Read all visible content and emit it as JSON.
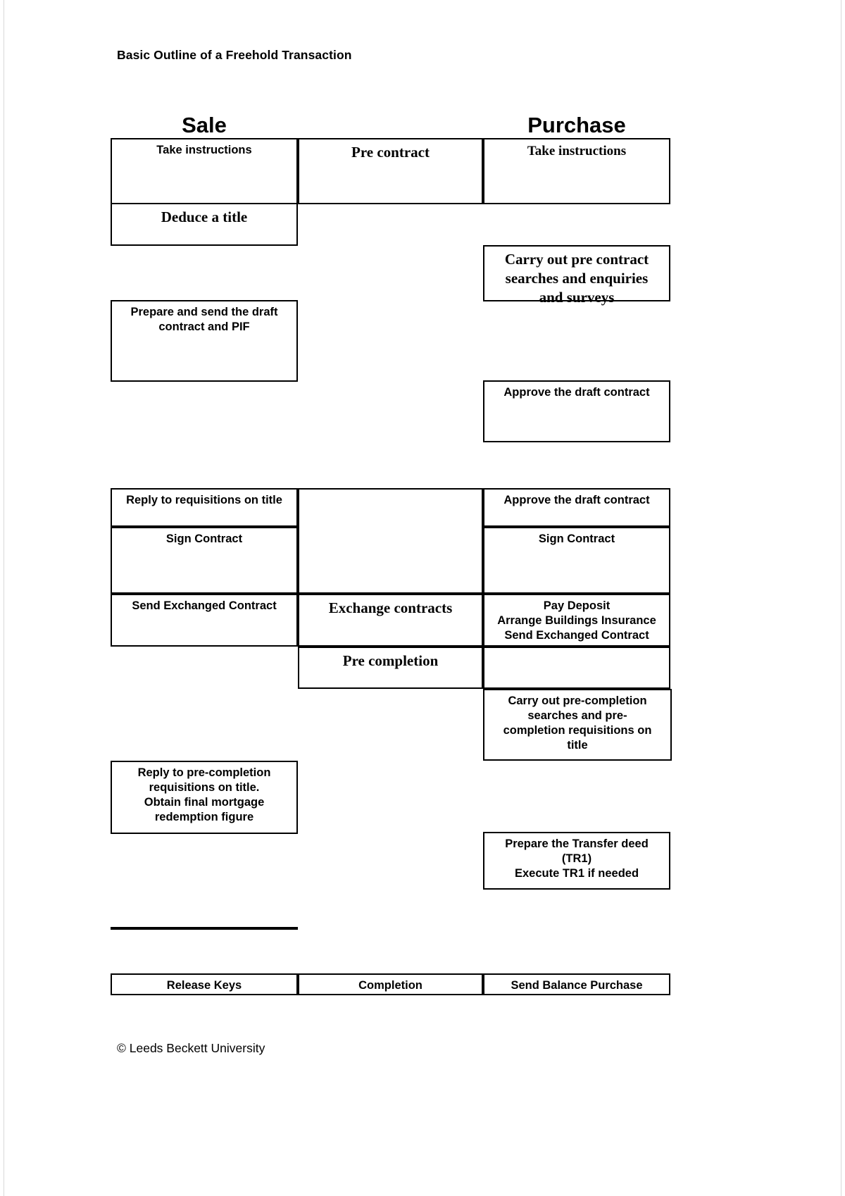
{
  "document": {
    "title": "Basic Outline of a Freehold Transaction",
    "footer": "© Leeds Beckett University"
  },
  "columns": {
    "left_heading": "Sale",
    "right_heading": "Purchase"
  },
  "stages": {
    "pre_contract": "Pre contract",
    "exchange": "Exchange contracts",
    "pre_completion": "Pre completion",
    "completion": "Completion"
  },
  "boxes": {
    "sale_take_instructions": "Take instructions",
    "sale_deduce_title": "Deduce a title",
    "sale_prepare_draft": "Prepare and send the draft\ncontract  and PIF",
    "sale_reply_requisitions": "Reply to requisitions on title",
    "sale_sign_contract": "Sign Contract",
    "sale_send_exchanged": "Send Exchanged Contract",
    "sale_reply_precompletion": "Reply to pre-completion\nrequisitions on title.\nObtain final mortgage\nredemption figure",
    "sale_release_keys": "Release Keys",
    "purchase_take_instructions": "Take instructions",
    "purchase_searches": "Carry out pre contract\nsearches and enquiries\nand surveys",
    "purchase_approve_draft_1": "Approve the draft contract",
    "purchase_approve_draft_2": "Approve the draft contract",
    "purchase_sign_contract": "Sign Contract",
    "purchase_exchange_actions": "Pay Deposit\nArrange Buildings Insurance\nSend Exchanged Contract",
    "purchase_precompletion_searches": "Carry out pre-completion\nsearches and pre-\ncompletion requisitions on\ntitle",
    "purchase_transfer_deed": "Prepare the Transfer deed\n(TR1)\nExecute TR1 if needed",
    "purchase_send_balance": "Send Balance Purchase"
  },
  "colors": {
    "ink": "#000000",
    "paper": "#ffffff",
    "page_border": "#d9d9d9"
  }
}
